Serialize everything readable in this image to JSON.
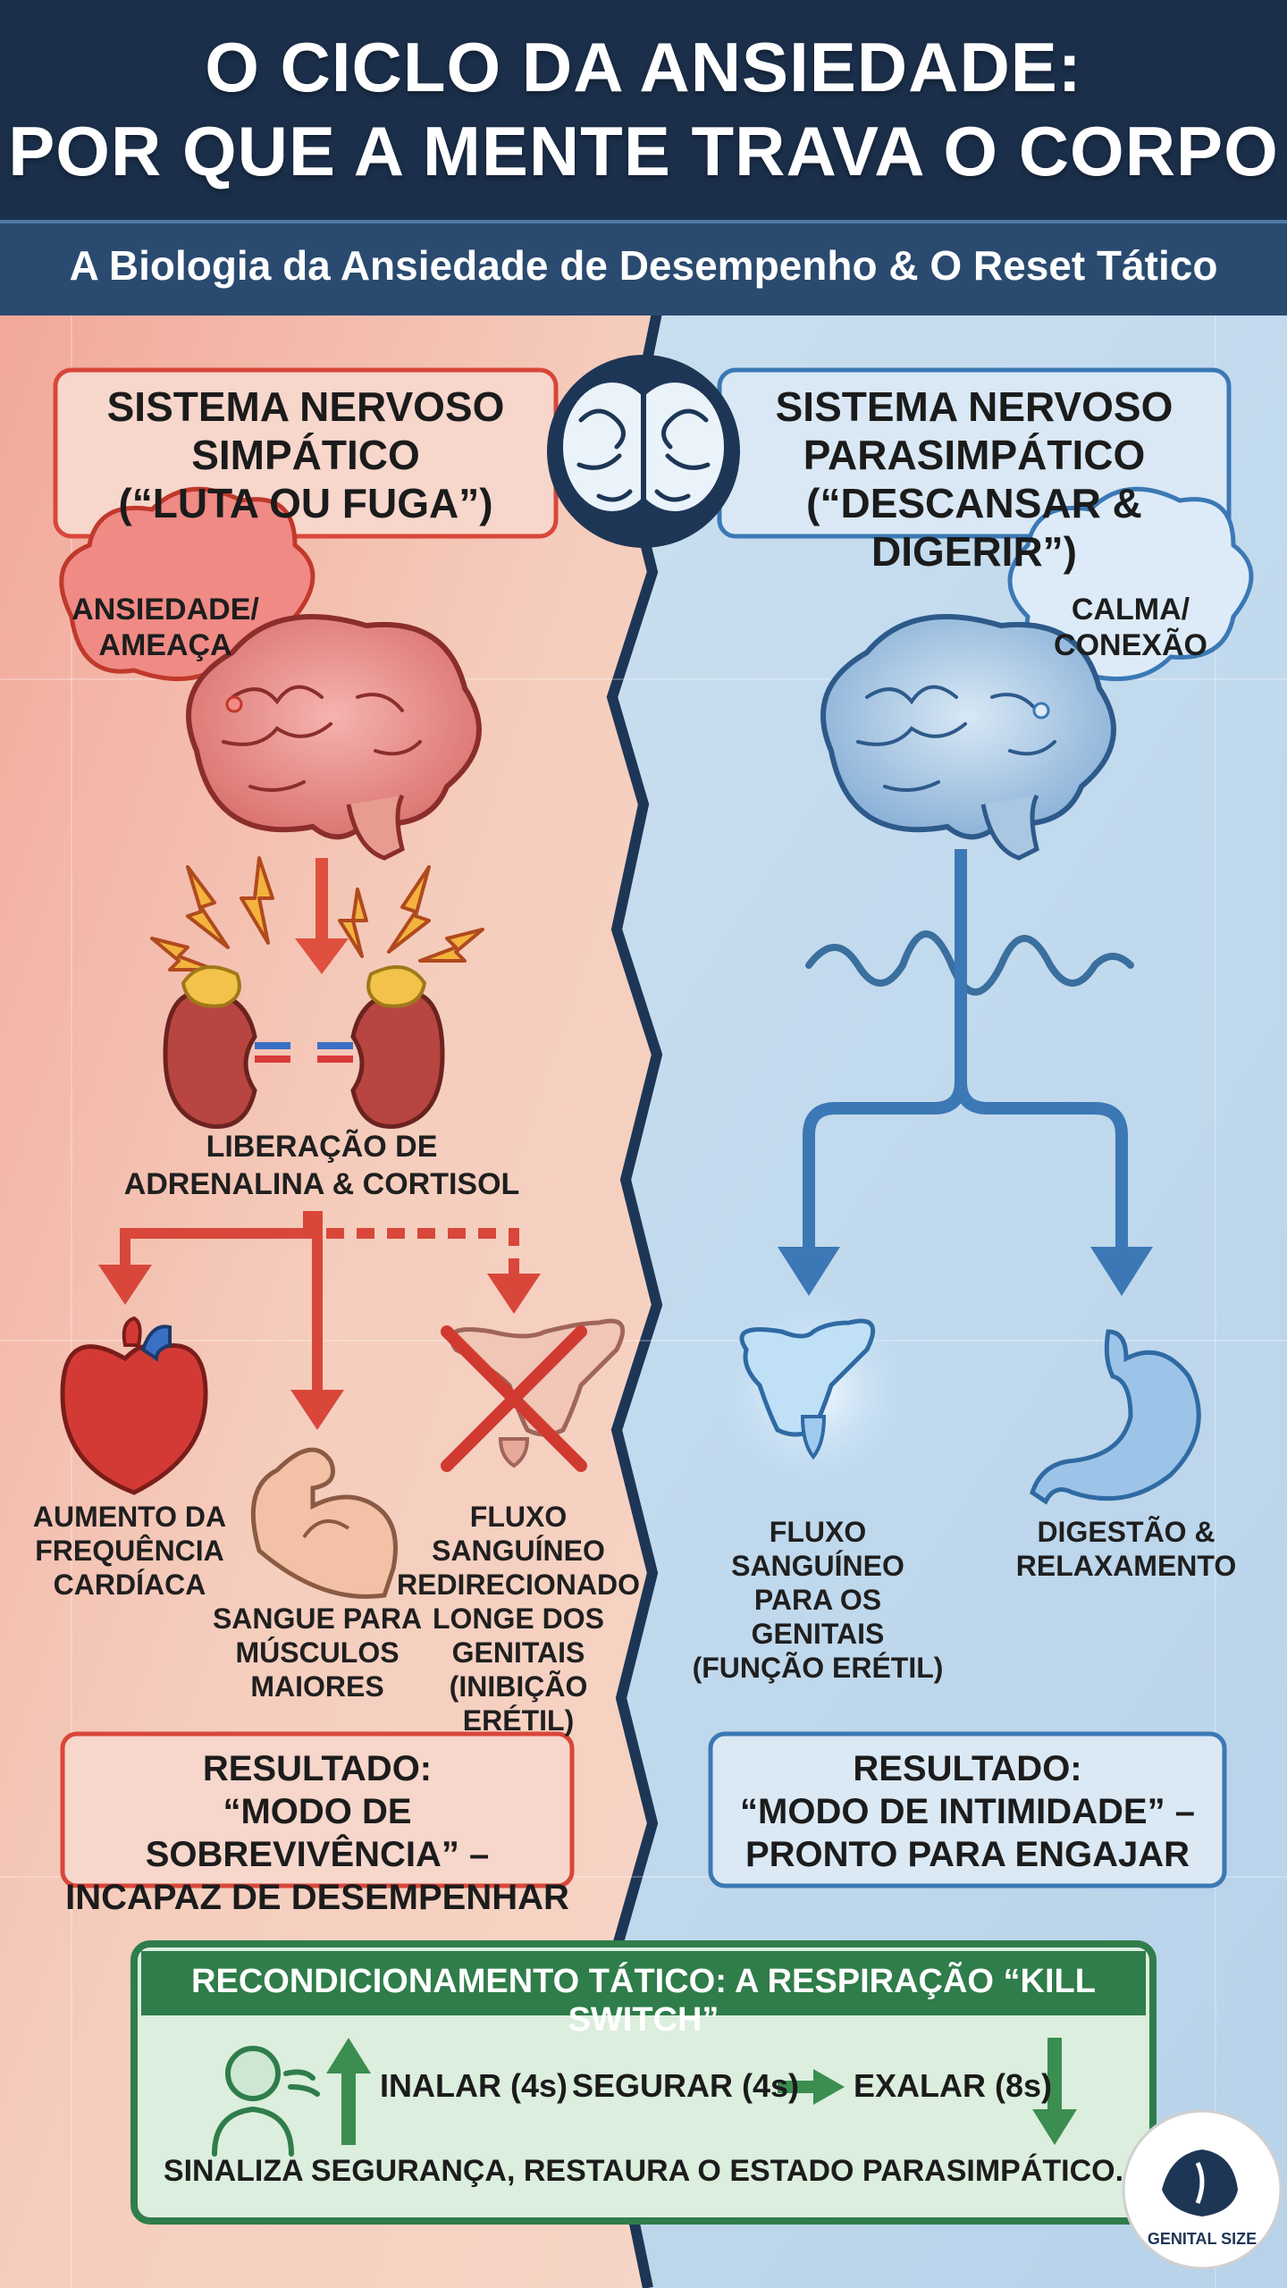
{
  "header": {
    "title_line1": "O CICLO DA ANSIEDADE:",
    "title_line2": "POR QUE A MENTE TRAVA O CORPO",
    "subtitle": "A Biologia da Ansiedade de Desempenho & O Reset Tático"
  },
  "left": {
    "title_line1": "SISTEMA NERVOSO",
    "title_line2": "SIMPÁTICO",
    "title_line3": "(“LUTA OU FUGA”)",
    "bubble_line1": "ANSIEDADE/",
    "bubble_line2": "AMEAÇA",
    "release_line1": "LIBERAÇÃO DE",
    "release_line2": "ADRENALINA & CORTISOL",
    "heart_line1": "AUMENTO DA",
    "heart_line2": "FREQUÊNCIA",
    "heart_line3": "CARDÍACA",
    "muscle_line1": "SANGUE PARA",
    "muscle_line2": "MÚSCULOS",
    "muscle_line3": "MAIORES",
    "flow_line1": "FLUXO",
    "flow_line2": "SANGUÍNEO",
    "flow_line3": "REDIRECIONADO",
    "flow_line4": "LONGE DOS",
    "flow_line5": "GENITAIS",
    "flow_line6": "(INIBIÇÃO ERÉTIL)",
    "result_line1": "RESULTADO:",
    "result_line2": "“MODO DE SOBREVIVÊNCIA” –",
    "result_line3": "INCAPAZ DE DESEMPENHAR"
  },
  "right": {
    "title_line1": "SISTEMA NERVOSO",
    "title_line2": "PARASIMPÁTICO",
    "title_line3": "(“DESCANSAR & DIGERIR”)",
    "bubble_line1": "CALMA/",
    "bubble_line2": "CONEXÃO",
    "genital_line1": "FLUXO SANGUÍNEO",
    "genital_line2": "PARA OS",
    "genital_line3": "GENITAIS",
    "genital_line4": "(FUNÇÃO ERÉTIL)",
    "digest_line1": "DIGESTÃO &",
    "digest_line2": "RELAXAMENTO",
    "result_line1": "RESULTADO:",
    "result_line2": "“MODO DE INTIMIDADE” –",
    "result_line3": "PRONTO PARA ENGAJAR"
  },
  "breathing": {
    "title": "RECONDICIONAMENTO TÁTICO: A RESPIRAÇÃO “KILL SWITCH”",
    "inhale": "INALAR (4s)",
    "hold": "SEGURAR (4s)",
    "exhale": "EXALAR (8s)",
    "footer": "SINALIZA SEGURANÇA, RESTAURA O ESTADO PARASIMPÁTICO."
  },
  "logo": {
    "text": "GENITAL SIZE"
  },
  "colors": {
    "navy": "#1c3553",
    "red": "#d8473a",
    "blue": "#3b78b5",
    "green": "#2f7d4a"
  }
}
